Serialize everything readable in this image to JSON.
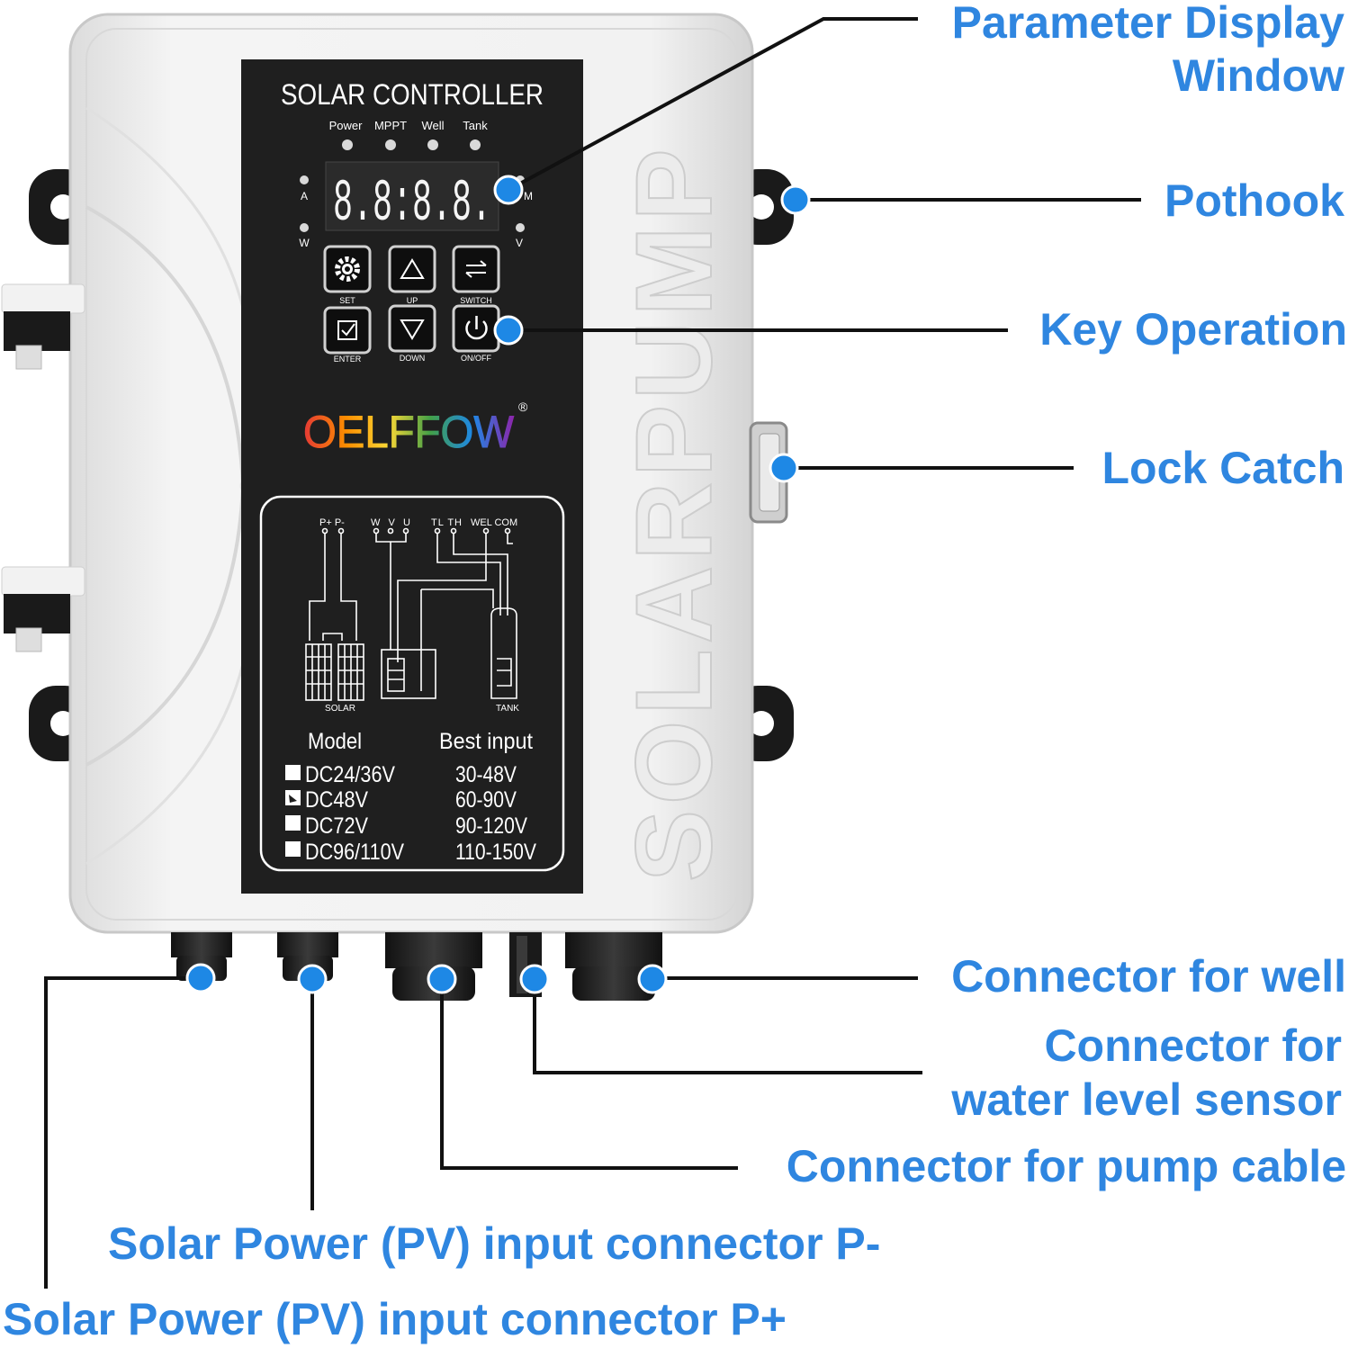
{
  "panel": {
    "title": "SOLAR CONTROLLER",
    "indicators": [
      "Power",
      "MPPT",
      "Well",
      "Tank"
    ],
    "display": "8.8:8.8.",
    "unit_left_top": "A",
    "unit_left_bottom": "W",
    "unit_right_top": "M",
    "unit_right_bottom": "V",
    "keys": {
      "set": "SET",
      "up": "UP",
      "switch": "SWITCH",
      "enter": "ENTER",
      "down": "DOWN",
      "onoff": "ON/OFF"
    },
    "brand": "OELFFOW",
    "registered": "®",
    "wiring": {
      "pv_terminals": "P+ P-",
      "pump_terminals": "W V U",
      "sensor_terminals": "TL TH",
      "well_terminals": "WEL COM",
      "solar_label": "SOLAR",
      "tank_label": "TANK"
    },
    "model_header": "Model",
    "input_header": "Best input",
    "models": [
      {
        "model": "DC24/36V",
        "input": "30-48V",
        "checked": false
      },
      {
        "model": "DC48V",
        "input": "60-90V",
        "checked": true
      },
      {
        "model": "DC72V",
        "input": "90-120V",
        "checked": false
      },
      {
        "model": "DC96/110V",
        "input": "110-150V",
        "checked": false
      }
    ]
  },
  "side_emboss": "SOLARPUMP",
  "callouts": {
    "display_l1": "Parameter Display",
    "display_l2": "Window",
    "pothook": "Pothook",
    "key_operation": "Key Operation",
    "lock_catch": "Lock Catch",
    "well": "Connector for well",
    "sensor_l1": "Connector for",
    "sensor_l2": "water level sensor",
    "pump": "Connector for pump cable",
    "pv_minus": "Solar Power (PV) input connector P-",
    "pv_plus": "Solar Power (PV) input connector P+"
  },
  "colors": {
    "accent": "#2f86e0",
    "dot": "#1e88e5",
    "panel": "#1f1f1f",
    "housing": "#ececec"
  }
}
